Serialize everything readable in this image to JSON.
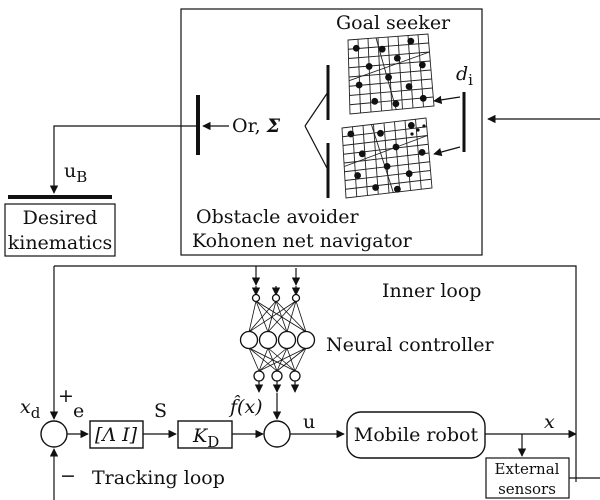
{
  "labels": {
    "goal_seeker": "Goal seeker",
    "d_i": "d",
    "d_i_sub": "i",
    "or_sigma": "Or, ",
    "sigma": "Σ",
    "u_b": "u",
    "u_b_sub": "B",
    "desired_line1": "Desired",
    "desired_line2": "kinematics",
    "obstacle_avoider": "Obstacle avoider",
    "kohonen": "Kohonen  net navigator",
    "inner_loop": "Inner loop",
    "neural_controller": "Neural controller",
    "x_d": "x",
    "x_d_sub": "d",
    "plus": "+",
    "minus": "−",
    "e": "e",
    "lambda_block": "[Λ I]",
    "s": "S",
    "kd_block": "K",
    "kd_sub": "D",
    "f_hat": "f̂(x)",
    "u": "u",
    "mobile_robot": "Mobile robot",
    "x": "x",
    "tracking_loop": "Tracking loop",
    "external_line1": "External",
    "external_line2": "sensors"
  },
  "nav_grid_upper": {
    "points": [
      [
        0.1,
        0.12
      ],
      [
        0.42,
        0.16
      ],
      [
        0.78,
        0.08
      ],
      [
        0.25,
        0.38
      ],
      [
        0.6,
        0.3
      ],
      [
        0.9,
        0.42
      ],
      [
        0.12,
        0.62
      ],
      [
        0.48,
        0.55
      ],
      [
        0.72,
        0.7
      ],
      [
        0.3,
        0.86
      ],
      [
        0.88,
        0.88
      ],
      [
        0.55,
        0.92
      ]
    ]
  },
  "nav_grid_lower": {
    "points": [
      [
        0.1,
        0.1
      ],
      [
        0.45,
        0.14
      ],
      [
        0.82,
        0.08
      ],
      [
        0.22,
        0.4
      ],
      [
        0.62,
        0.36
      ],
      [
        0.92,
        0.48
      ],
      [
        0.15,
        0.7
      ],
      [
        0.5,
        0.62
      ],
      [
        0.75,
        0.76
      ],
      [
        0.35,
        0.9
      ],
      [
        0.6,
        0.96
      ]
    ]
  }
}
